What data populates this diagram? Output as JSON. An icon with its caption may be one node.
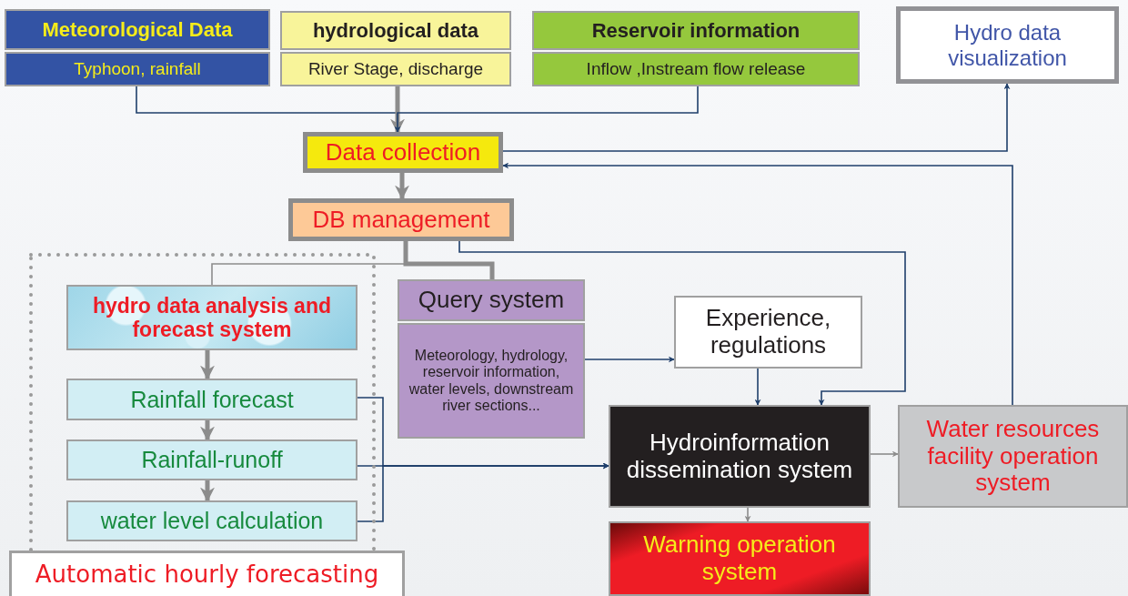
{
  "diagram": {
    "nodes": [
      {
        "text": [
          "Meteorological Data",
          "Typhoon, rainfall"
        ]
      },
      {
        "text": [
          "hydrological data",
          "River Stage, discharge"
        ]
      },
      {
        "text": [
          "Reservoir information",
          "Inflow ,Instream flow release"
        ]
      },
      {
        "text": [
          "Hydro data visualization"
        ]
      },
      {
        "text": [
          "Data collection"
        ]
      },
      {
        "text": [
          "DB management"
        ]
      },
      {
        "text": [
          "Automatic hourly forecasting"
        ]
      },
      {
        "text": [
          "hydro data analysis and forecast system"
        ],
        "in": 6
      },
      {
        "text": [
          "Rainfall forecast"
        ],
        "in": 6
      },
      {
        "text": [
          "Rainfall-runoff"
        ],
        "in": 6
      },
      {
        "text": [
          "water level calculation"
        ],
        "in": 6
      },
      {
        "text": [
          "Query system",
          "Meteorology, hydrology, reservoir information, water levels, downstream river sections..."
        ]
      },
      {
        "text": [
          "Experience, regulations"
        ]
      },
      {
        "text": [
          "Hydroinformation dissemination system"
        ]
      },
      {
        "text": [
          "Water resources facility operation system"
        ]
      },
      {
        "text": [
          "Warning operation system"
        ]
      }
    ],
    "edges": [
      {
        "from": 0,
        "to": 4,
        "arrow": "to"
      },
      {
        "from": 1,
        "to": 4,
        "arrow": "to",
        "style": "thick",
        "color": "#8c8c8c"
      },
      {
        "from": 2,
        "to": 4,
        "arrow": "to"
      },
      {
        "from": 4,
        "to": 5,
        "arrow": "to",
        "style": "thick",
        "color": "#8c8c8c"
      },
      {
        "from": 4,
        "to": 3,
        "arrow": "to"
      },
      {
        "from": 14,
        "to": 4,
        "arrow": "to"
      },
      {
        "from": 5,
        "to": 7,
        "arrow": "none",
        "color": "#8c8c8c"
      },
      {
        "from": 5,
        "to": 11,
        "arrow": "none",
        "style": "thick",
        "color": "#8c8c8c"
      },
      {
        "from": 5,
        "to": 13,
        "arrow": "to"
      },
      {
        "from": 7,
        "to": 8,
        "arrow": "to",
        "style": "thick",
        "color": "#8c8c8c"
      },
      {
        "from": 8,
        "to": 9,
        "arrow": "to",
        "style": "thick",
        "color": "#8c8c8c"
      },
      {
        "from": 9,
        "to": 10,
        "arrow": "to",
        "style": "thick",
        "color": "#8c8c8c"
      },
      {
        "from": 8,
        "to": 13,
        "arrow": "to"
      },
      {
        "from": 9,
        "to": 13,
        "arrow": "to"
      },
      {
        "from": 10,
        "to": 13,
        "arrow": "to"
      },
      {
        "from": 11,
        "to": 12,
        "arrow": "to"
      },
      {
        "from": 12,
        "to": 13,
        "arrow": "to"
      },
      {
        "from": 13,
        "to": 14,
        "arrow": "to",
        "color": "#8c8c8c"
      },
      {
        "from": 13,
        "to": 15,
        "arrow": "to",
        "color": "#8c8c8c"
      }
    ]
  }
}
